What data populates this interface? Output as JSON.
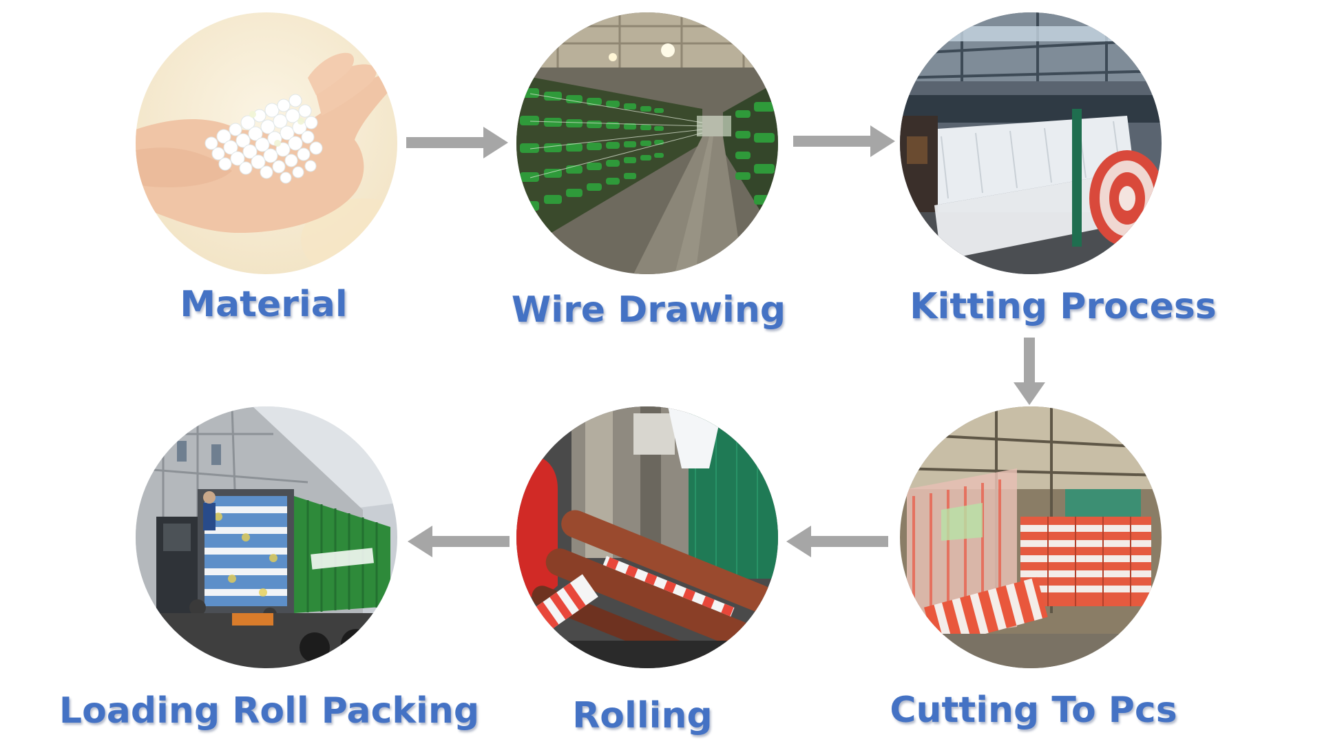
{
  "steps": [
    {
      "id": "material",
      "label": "Material",
      "photo_icon": "hand-holding-pellets-photo"
    },
    {
      "id": "wire-drawing",
      "label": "Wire Drawing",
      "photo_icon": "green-bobbins-creel-photo"
    },
    {
      "id": "kitting-process",
      "label": "Kitting Process",
      "photo_icon": "knitting-machine-photo"
    },
    {
      "id": "cutting-to-pcs",
      "label": "Cutting To Pcs",
      "photo_icon": "orange-white-net-rolls-photo"
    },
    {
      "id": "rolling",
      "label": "Rolling",
      "photo_icon": "rolling-machine-photo"
    },
    {
      "id": "loading-roll-packing",
      "label": "Loading Roll Packing",
      "photo_icon": "container-truck-loading-photo"
    }
  ],
  "colors": {
    "label_blue": "#4472c4",
    "arrow_gray": "#a6a6a6"
  }
}
